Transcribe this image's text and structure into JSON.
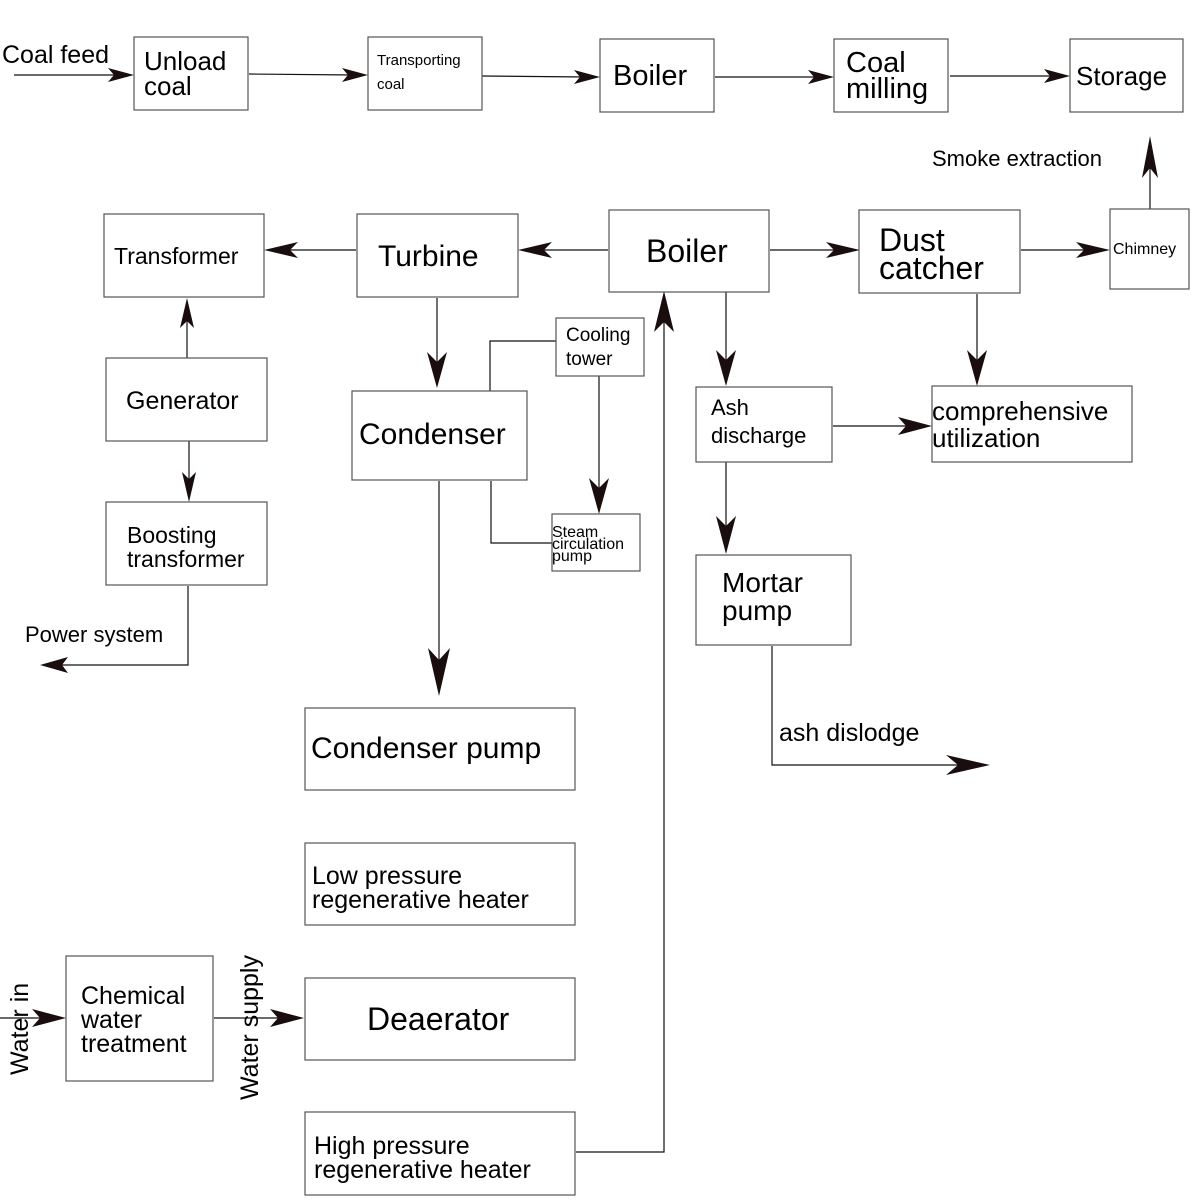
{
  "coal_line": {
    "input_label": "Coal feed",
    "unload": [
      "Unload",
      "coal"
    ],
    "transporting": [
      "Transporting",
      "coal"
    ],
    "boiler": "Boiler",
    "milling": [
      "Coal",
      "milling"
    ],
    "storage": "Storage"
  },
  "smoke_label": "Smoke extraction",
  "power_line": {
    "transformer": "Transformer",
    "turbine": "Turbine",
    "boiler": "Boiler",
    "dust_catcher": [
      "Dust",
      "catcher"
    ],
    "chimney": "Chimney",
    "generator": "Generator",
    "boosting_transformer": [
      "Boosting",
      "transformer"
    ],
    "power_system_label": "Power system"
  },
  "water_cycle": {
    "cooling_tower": [
      "Cooling",
      "tower"
    ],
    "condenser": "Condenser",
    "steam_pump": [
      "Steam",
      "circulation",
      "pump"
    ],
    "condenser_pump": "Condenser pump",
    "low_pressure_heater": [
      "Low pressure",
      "regenerative heater"
    ],
    "deaerator": "Deaerator",
    "high_pressure_heater": [
      "High pressure",
      "regenerative heater"
    ],
    "chemical_treatment": [
      "Chemical",
      "water",
      "treatment"
    ],
    "water_in_label": "Water in",
    "water_supply_label": "Water supply"
  },
  "ash_line": {
    "ash_discharge": [
      "Ash",
      "discharge"
    ],
    "utilization": [
      "comprehensive",
      "utilization"
    ],
    "mortar_pump": [
      "Mortar",
      "pump"
    ],
    "ash_dislodge_label": "ash dislodge"
  }
}
